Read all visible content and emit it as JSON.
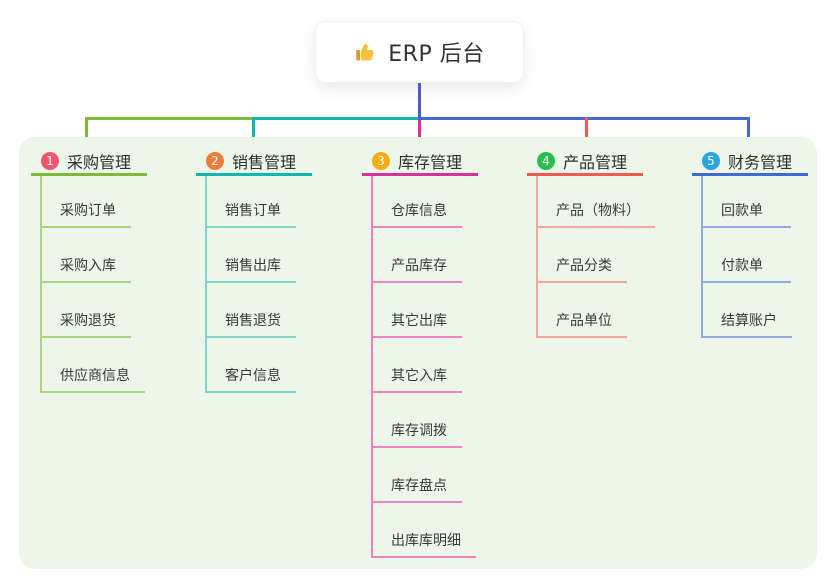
{
  "root": {
    "title": "ERP 后台",
    "icon": "thumbs-up"
  },
  "connectors": {
    "root_line_color": "#4f5cc7",
    "bus_y": 118.5,
    "root_x": 419.5
  },
  "panel": {
    "background": "#ecf7e9"
  },
  "branches": [
    {
      "num": "1",
      "label": "采购管理",
      "badge_color": "#f4546e",
      "line_color": "#7cba3a",
      "light_color": "#abd485",
      "children": [
        "采购订单",
        "采购入库",
        "采购退货",
        "供应商信息"
      ]
    },
    {
      "num": "2",
      "label": "销售管理",
      "badge_color": "#ef7d3a",
      "line_color": "#12b6ae",
      "light_color": "#7ed5ce",
      "children": [
        "销售订单",
        "销售出库",
        "销售退货",
        "客户信息"
      ]
    },
    {
      "num": "3",
      "label": "库存管理",
      "badge_color": "#f8ab15",
      "line_color": "#dc2f9e",
      "light_color": "#f082c3",
      "children": [
        "仓库信息",
        "产品库存",
        "其它出库",
        "其它入库",
        "库存调拨",
        "库存盘点",
        "出库库明细"
      ]
    },
    {
      "num": "4",
      "label": "产品管理",
      "badge_color": "#2dbd4e",
      "line_color": "#f25a55",
      "light_color": "#f8a5a0",
      "children": [
        "产品（物料）",
        "产品分类",
        "产品单位"
      ]
    },
    {
      "num": "5",
      "label": "财务管理",
      "badge_color": "#29a5e2",
      "line_color": "#4468d4",
      "light_color": "#93a8e5",
      "children": [
        "回款单",
        "付款单",
        "结算账户"
      ]
    }
  ]
}
